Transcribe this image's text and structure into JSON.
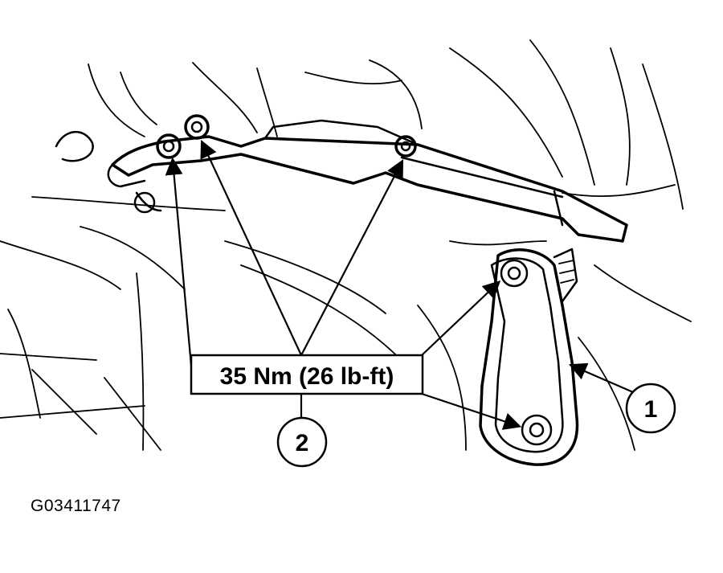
{
  "callouts": {
    "torque_label": "35 Nm (26 lb-ft)",
    "item_1": "1",
    "item_2": "2"
  },
  "figure_id": "G03411747"
}
